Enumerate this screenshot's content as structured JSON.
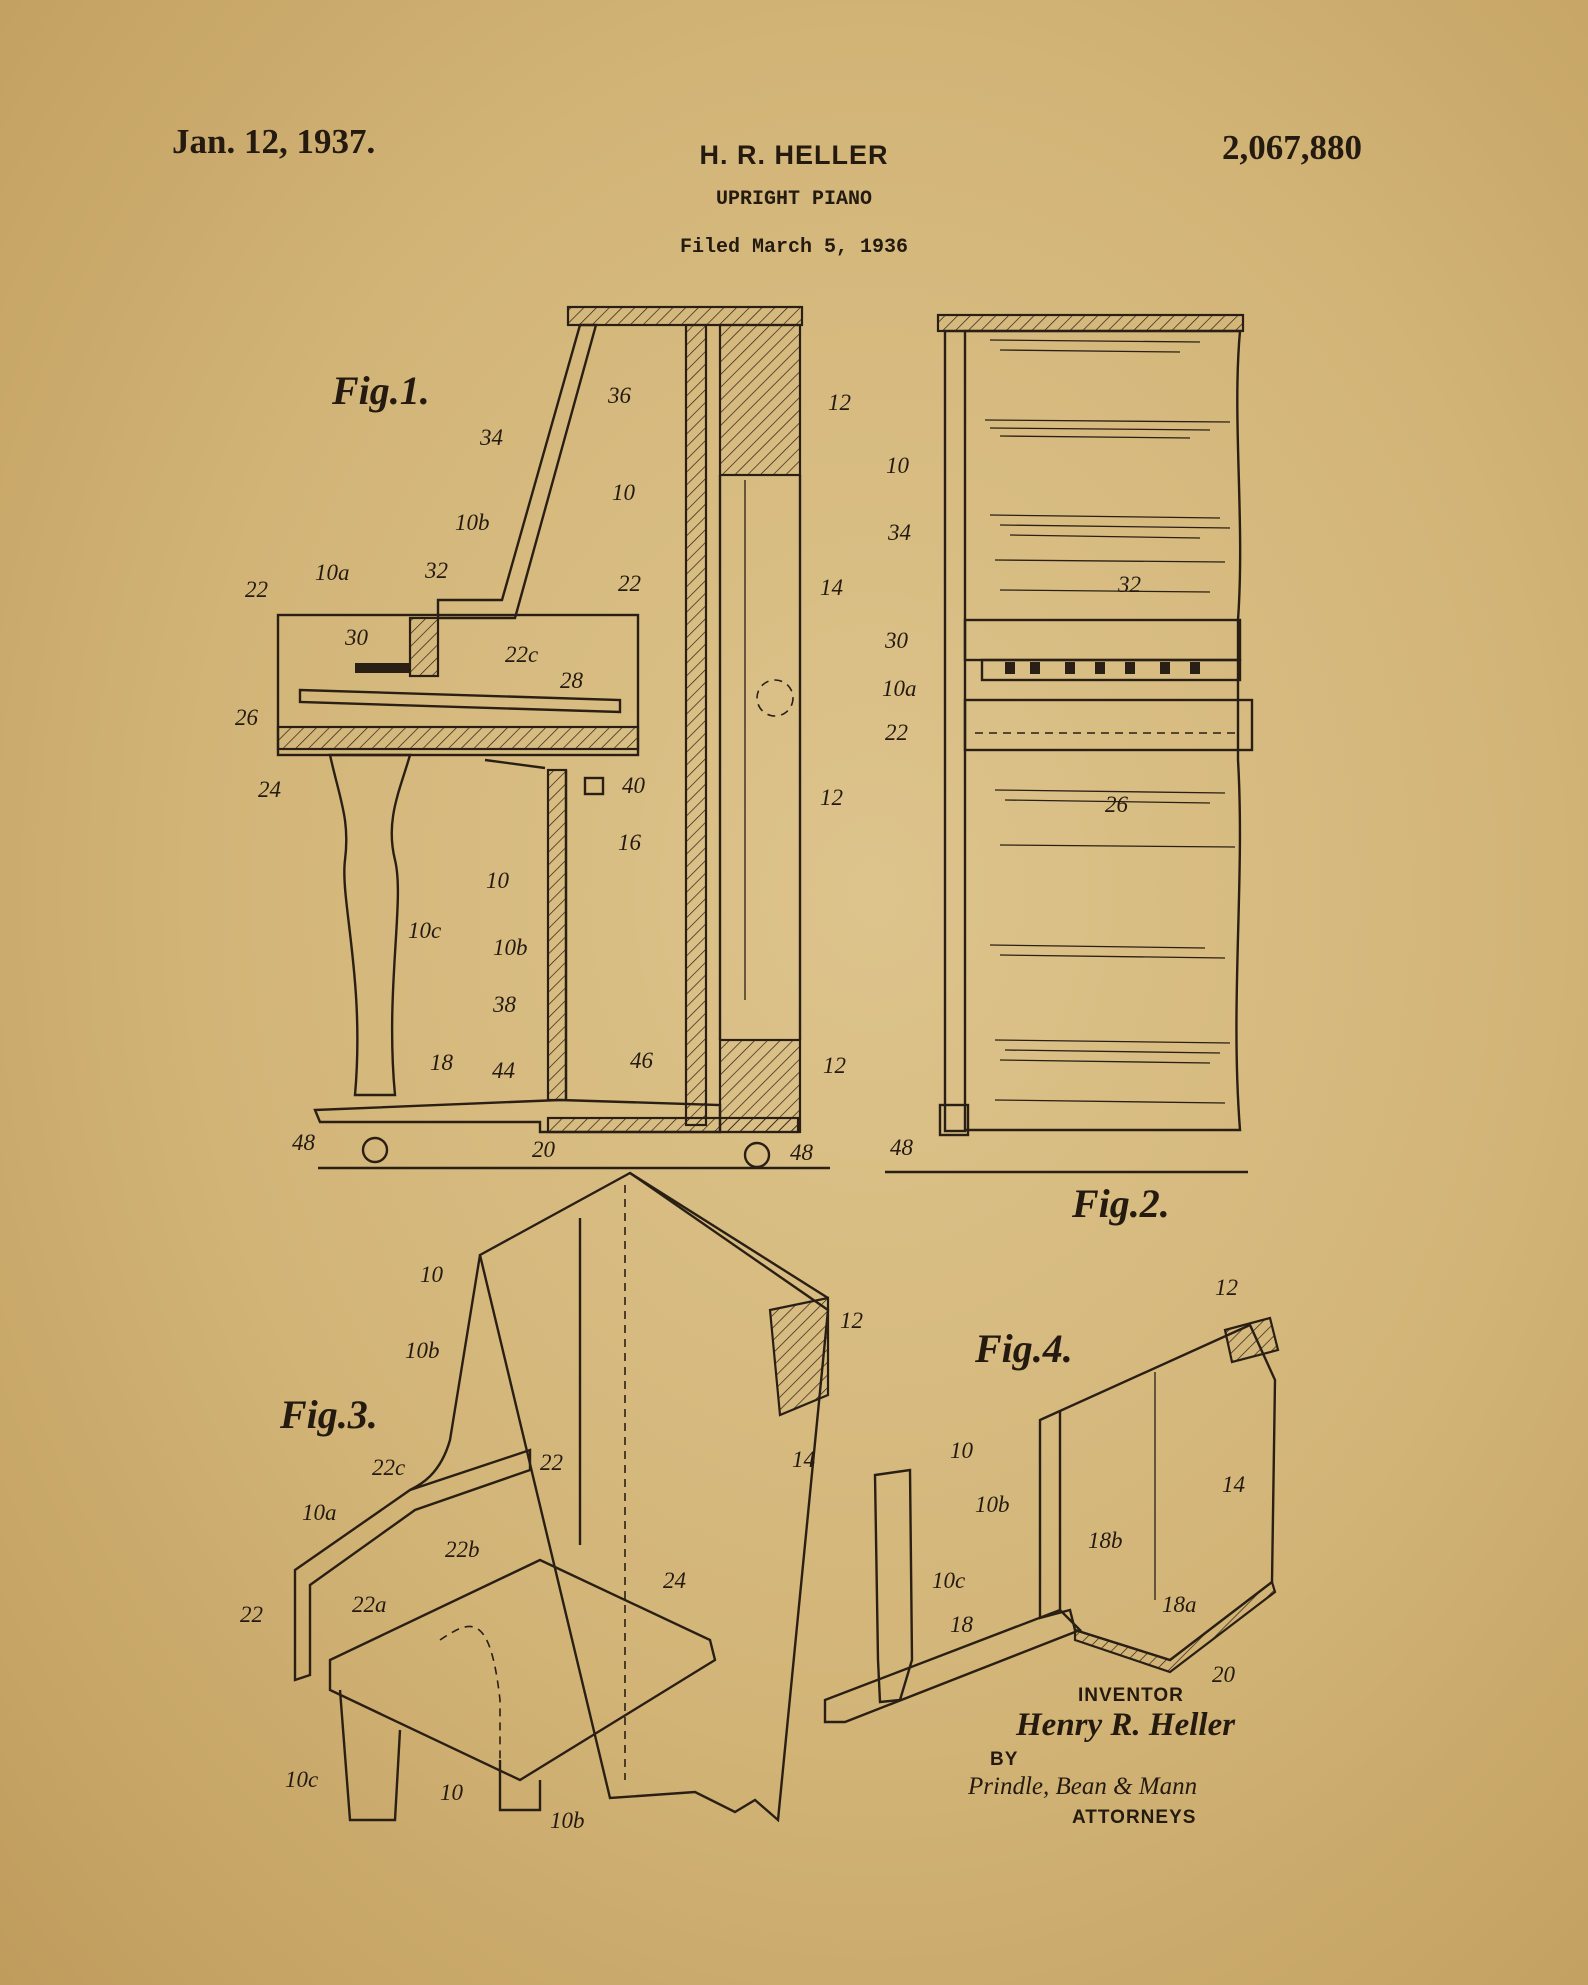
{
  "header": {
    "date": "Jan. 12, 1937.",
    "inventor": "H. R. HELLER",
    "title": "UPRIGHT PIANO",
    "filed": "Filed March 5, 1936",
    "patent_number": "2,067,880"
  },
  "figures": {
    "fig1": {
      "label": "Fig.1.",
      "refs": [
        "36",
        "12",
        "34",
        "10",
        "10b",
        "22",
        "10a",
        "32",
        "22",
        "14",
        "30",
        "22c",
        "28",
        "26",
        "24",
        "40",
        "12",
        "16",
        "10",
        "10c",
        "10b",
        "38",
        "18",
        "44",
        "46",
        "12",
        "48",
        "20",
        "48"
      ]
    },
    "fig2": {
      "label": "Fig.2.",
      "refs": [
        "10",
        "34",
        "32",
        "30",
        "10a",
        "22",
        "26",
        "48"
      ]
    },
    "fig3": {
      "label": "Fig.3.",
      "refs": [
        "10",
        "12",
        "10b",
        "14",
        "22c",
        "22",
        "10a",
        "22b",
        "22",
        "22a",
        "24",
        "10c",
        "10",
        "10b"
      ]
    },
    "fig4": {
      "label": "Fig.4.",
      "refs": [
        "12",
        "10",
        "10b",
        "14",
        "18b",
        "10c",
        "18",
        "18a",
        "20"
      ]
    }
  },
  "signature": {
    "inventor_label": "INVENTOR",
    "inventor_signature": "Henry R. Heller",
    "by_label": "BY",
    "attorneys_signature": "Prindle, Bean & Mann",
    "attorneys_label": "ATTORNEYS"
  }
}
